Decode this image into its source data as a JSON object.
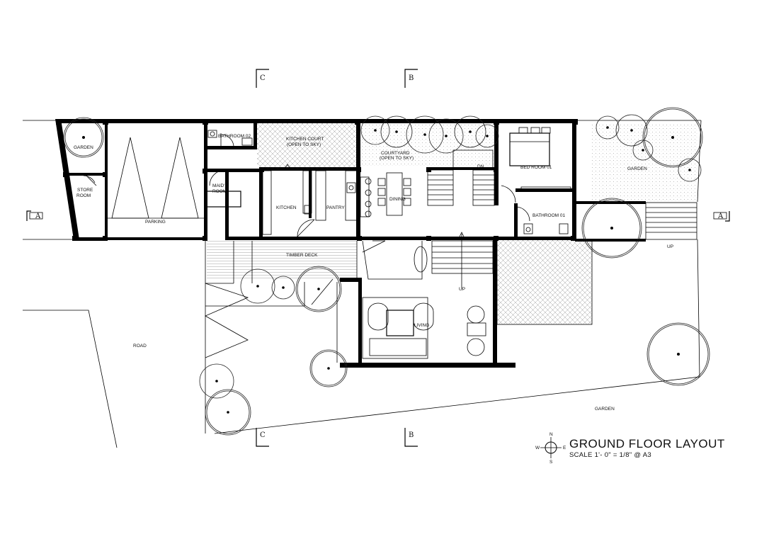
{
  "title": {
    "main": "GROUND FLOOR LAYOUT",
    "scale": "SCALE 1'- 0\" = 1/8\" @ A3"
  },
  "north_marks": [
    "N",
    "S",
    "E",
    "W"
  ],
  "section_marks": {
    "a": "A",
    "b": "B",
    "c": "C"
  },
  "rooms": {
    "garden_left": "GARDEN",
    "store_room_1": "STORE",
    "store_room_2": "ROOM",
    "parking": "PARKING",
    "bathroom_02": "BATHROOM 02",
    "kitchen_court_1": "KITCHEN COURT",
    "kitchen_court_2": "(OPEN TO SKY)",
    "courtyard_1": "COURTYARD",
    "courtyard_2": "(OPEN TO SKY)",
    "bed_room_01": "BED ROOM 01",
    "garden_right": "GARDEN",
    "maids_room_1": "MAID'S",
    "maids_room_2": "ROOM",
    "kitchen": "KITCHEN",
    "pantry": "PANTRY",
    "dining": "DINING",
    "bathroom_01": "BATHROOM 01",
    "timber_deck": "TIMBER DECK",
    "living": "LIVING",
    "road": "ROAD",
    "garden_bottom": "GARDEN"
  },
  "stair_labels": {
    "up_1": "UP",
    "up_2": "UP",
    "dn": "DN"
  }
}
